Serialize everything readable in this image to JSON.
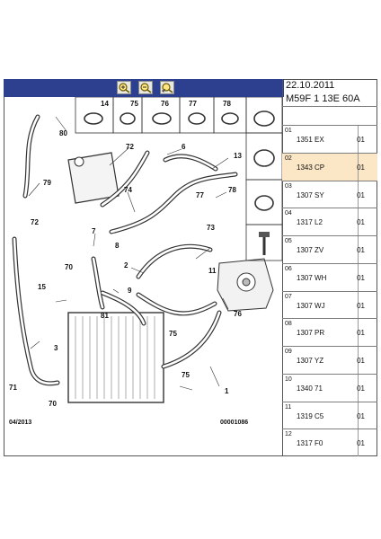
{
  "header": {
    "date": "22.10.2011",
    "code": "M59F 1 13E 60A"
  },
  "toolbar": {
    "buttons": [
      {
        "name": "zoom-in",
        "icon": "magnifier-plus-icon"
      },
      {
        "name": "zoom-out",
        "icon": "magnifier-minus-icon"
      },
      {
        "name": "fit",
        "icon": "magnifier-pan-icon"
      }
    ]
  },
  "diagram": {
    "callouts": [
      "14",
      "75",
      "76",
      "77",
      "78",
      "80",
      "72",
      "6",
      "13",
      "79",
      "74",
      "77",
      "78",
      "7",
      "72",
      "73",
      "8",
      "2",
      "11",
      "70",
      "15",
      "9",
      "81",
      "75",
      "76",
      "3",
      "71",
      "70",
      "75",
      "1"
    ],
    "footer_left": "04/2013",
    "footer_right": "00001086"
  },
  "parts": [
    {
      "index": "01",
      "code": "1351 EX",
      "qty": "01",
      "selected": false
    },
    {
      "index": "02",
      "code": "1343 CP",
      "qty": "01",
      "selected": true
    },
    {
      "index": "03",
      "code": "1307 SY",
      "qty": "01",
      "selected": false
    },
    {
      "index": "04",
      "code": "1317 L2",
      "qty": "01",
      "selected": false
    },
    {
      "index": "05",
      "code": "1307 ZV",
      "qty": "01",
      "selected": false
    },
    {
      "index": "06",
      "code": "1307 WH",
      "qty": "01",
      "selected": false
    },
    {
      "index": "07",
      "code": "1307 WJ",
      "qty": "01",
      "selected": false
    },
    {
      "index": "08",
      "code": "1307 PR",
      "qty": "01",
      "selected": false
    },
    {
      "index": "09",
      "code": "1307 YZ",
      "qty": "01",
      "selected": false
    },
    {
      "index": "10",
      "code": "1340 71",
      "qty": "01",
      "selected": false
    },
    {
      "index": "11",
      "code": "1319 C5",
      "qty": "01",
      "selected": false
    },
    {
      "index": "12",
      "code": "1317 F0",
      "qty": "01",
      "selected": false
    }
  ]
}
